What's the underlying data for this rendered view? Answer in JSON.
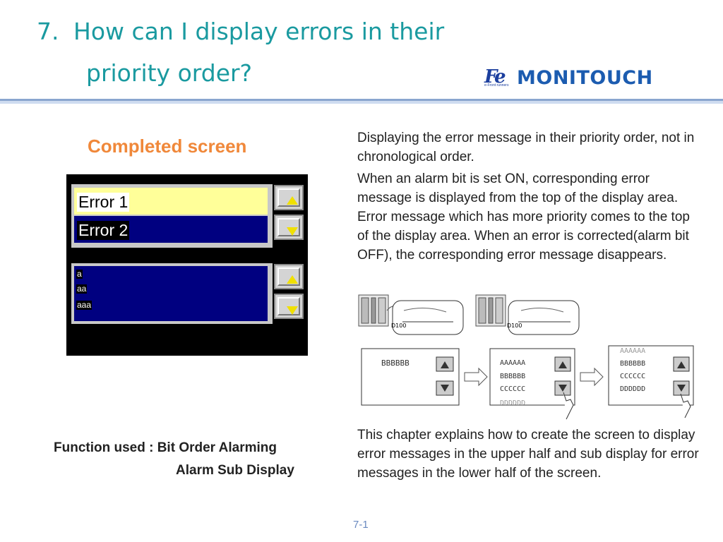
{
  "header": {
    "number": "7.",
    "title_line1": "How can I display errors in their",
    "title_line2": "priority order?",
    "logo_fe": "Fe",
    "logo_fe_sub": "e-Front runners",
    "logo_text": "MONITOUCH"
  },
  "left": {
    "completed_label": "Completed screen",
    "screen": {
      "error_rows": [
        "Error 1",
        "Error 2"
      ],
      "sub_lines": [
        "a",
        "aa",
        "aaa"
      ]
    },
    "function_used": "Function used : Bit Order Alarming",
    "function_used_2": "Alarm Sub Display"
  },
  "right": {
    "para1": "Displaying the error message in their priority order, not in chronological order.",
    "para2": "When an alarm bit is set ON, corresponding error message is displayed from the top of the display area. Error message which has more priority comes to the top of the display area. When an error is corrected(alarm bit OFF), the corresponding error message disappears.",
    "para3": "This chapter explains how to create the screen to display error messages in the upper half and sub display for error messages in the lower half of the screen.",
    "diagram": {
      "d_label": "D100",
      "screen1": [
        "BBBBBB"
      ],
      "screen2": [
        "AAAAAA",
        "BBBBBB",
        "CCCCCC",
        "DDDDDD"
      ],
      "screen3": [
        "AAAAAA",
        "BBBBBB",
        "CCCCCC",
        "DDDDDD"
      ]
    }
  },
  "footer": {
    "page": "7-1"
  },
  "colors": {
    "title": "#1a9aa0",
    "accent_orange": "#f0883a",
    "navy": "#000080",
    "highlight_yellow": "#ffff99",
    "logo_blue": "#1c5cb0"
  }
}
